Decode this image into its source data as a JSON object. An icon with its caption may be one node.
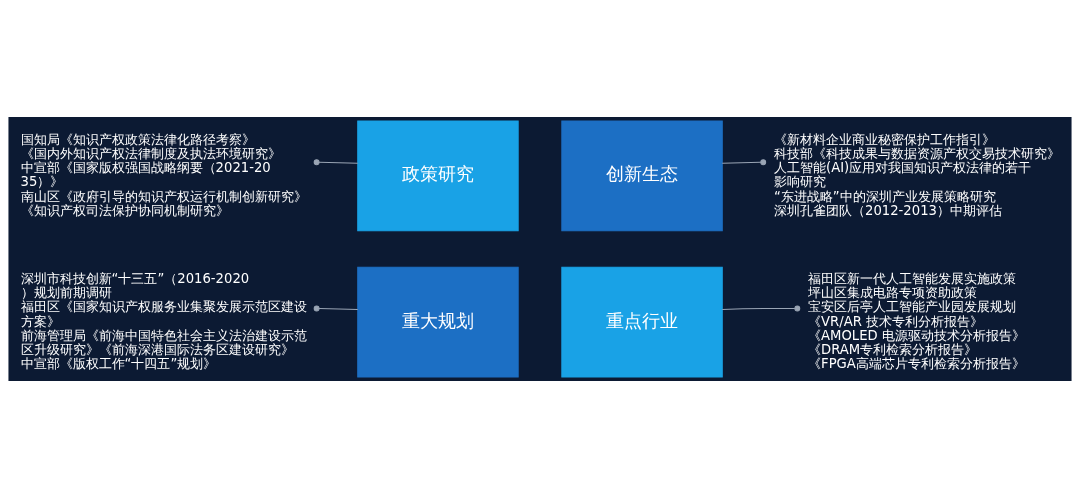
{
  "diagram": {
    "nodes": [
      {
        "text": [
          "深圳市科技创新“十三五”（2016-2020）规划前期调研",
          "福田区《国家知识产权服务业集聚发展示范区建设方案》",
          "前海管理局《前海中国特色社会主义法治建设示范区升级研究》《前海深港国际法务区建设研究》",
          "中宣部《版权工作“十四五”规划》"
        ]
      },
      {
        "text": [
          "重大规划"
        ]
      },
      {
        "text": [
          "重点行业"
        ]
      },
      {
        "text": [
          "福田区新一代人工智能发展实施政策",
          "坪山区集成电路专项资助政策",
          "宝安区后亭人工智能产业园发展规划",
          "《VR/AR 技术专利分析报告》",
          "《AMOLED 电源驱动技术分析报告》",
          "《DRAM专利检索分析报告》",
          "《FPGA高端芯片专利检索分析报告》"
        ]
      },
      {
        "text": [
          "国知局《知识产权政策法律化路径考察》",
          "《国内外知识产权法律制度及执法环境研究》",
          "中宣部《国家版权强国战略纲要（2021-2035）》",
          "南山区《政府引导的知识产权运行机制创新研究》《知识产权司法保护协同机制研究》"
        ]
      },
      {
        "text": [
          "政策研究"
        ]
      },
      {
        "text": [
          "创新生态"
        ]
      },
      {
        "text": [
          "《新材料企业商业秘密保护工作指引》",
          "科技部《科技成果与数据资源产权交易技术研究》",
          "人工智能(AI)应用对我国知识产权法律的若干影响研究",
          "“东进战略”中的深圳产业发展策略研究",
          "深圳孔雀团队（2012-2013）中期评估"
        ]
      }
    ],
    "edges": [
      {
        "from": 0,
        "to": 1,
        "arrow": "other"
      },
      {
        "from": 3,
        "to": 2,
        "arrow": "other"
      },
      {
        "from": 4,
        "to": 5,
        "arrow": "other"
      },
      {
        "from": 7,
        "to": 6,
        "arrow": "other"
      }
    ]
  }
}
